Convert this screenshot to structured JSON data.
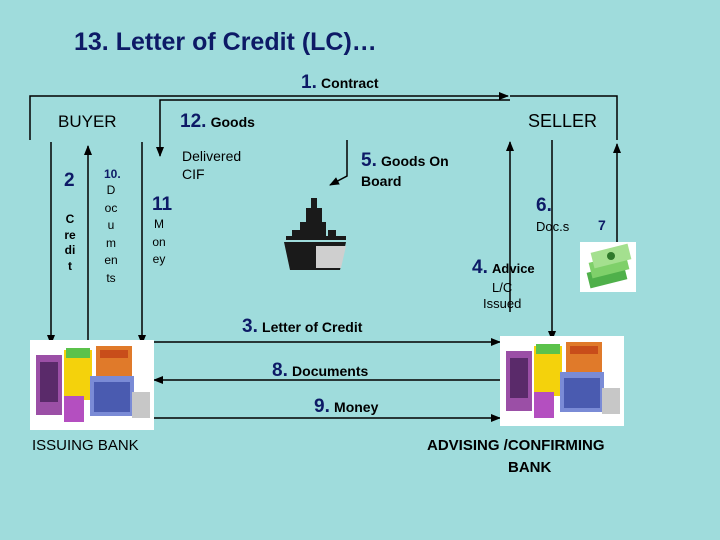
{
  "title": "13. Letter of Credit (LC)…",
  "parties": {
    "buyer": "BUYER",
    "seller": "SELLER",
    "issuing_bank": "ISSUING BANK",
    "advising_bank_line1": "ADVISING /CONFIRMING",
    "advising_bank_line2": "BANK"
  },
  "steps": {
    "s1": {
      "num": "1.",
      "text": "Contract"
    },
    "s2": {
      "num": "2",
      "text": "Credit"
    },
    "s3": {
      "num": "3.",
      "text": "Letter of Credit"
    },
    "s4": {
      "num": "4.",
      "text": "Advice",
      "line2": "L/C",
      "line3": "Issued"
    },
    "s5": {
      "num": "5.",
      "text": "Goods On",
      "line2": "Board"
    },
    "s6": {
      "num": "6.",
      "text": "Doc.s"
    },
    "s7": {
      "num": "7"
    },
    "s8": {
      "num": "8.",
      "text": "Documents"
    },
    "s9": {
      "num": "9.",
      "text": "Money"
    },
    "s10": {
      "num": "10.",
      "text": "Documents"
    },
    "s11": {
      "num": "11",
      "text": "Money"
    },
    "s12": {
      "num": "12.",
      "text": "Goods",
      "sub1": "Delivered",
      "sub2": "CIF"
    }
  },
  "colors": {
    "background": "#9fdcdc",
    "title": "#0d1a66",
    "step_number": "#0d1a66",
    "bank_box": "#ffffff"
  },
  "icons": [
    "ship-icon",
    "money-icon",
    "bank-building-icon"
  ]
}
